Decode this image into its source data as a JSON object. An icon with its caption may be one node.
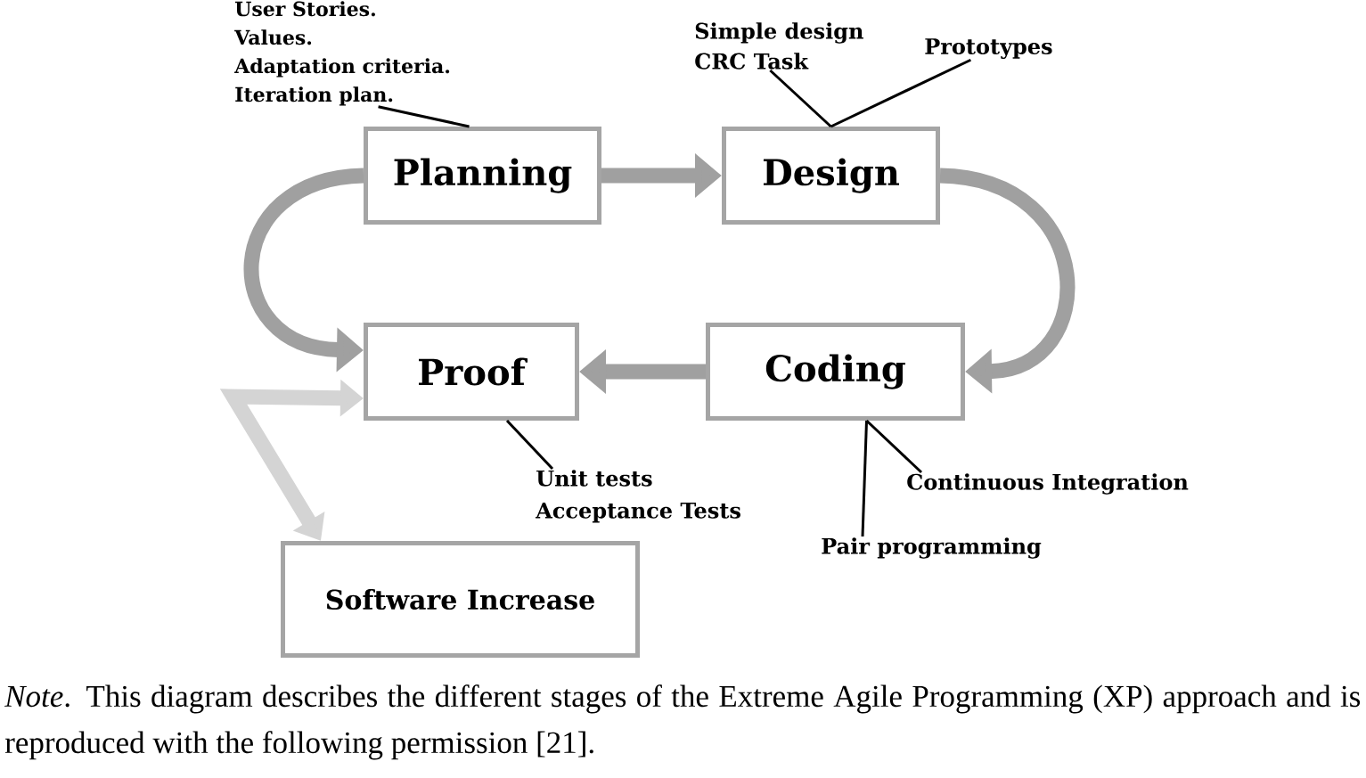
{
  "diagram": {
    "caption": "*Note*. This diagram describes the different stages of the Extreme Agile Programming (XP) approach and is reproduced with the following permission [21].",
    "nodes": [
      {
        "text": [
          "Planning"
        ]
      },
      {
        "text": [
          "Design"
        ]
      },
      {
        "text": [
          "Proof"
        ]
      },
      {
        "text": [
          "Coding"
        ]
      },
      {
        "text": [
          "Software Increase"
        ]
      },
      {
        "text": [
          "User Stories.",
          "Values.",
          "Adaptation criteria.",
          "Iteration plan."
        ]
      },
      {
        "text": [
          "Simple design",
          "CRC Task"
        ]
      },
      {
        "text": [
          "Prototypes"
        ]
      },
      {
        "text": [
          "Unit tests",
          "Acceptance Tests"
        ]
      },
      {
        "text": [
          "Continuous Integration"
        ]
      },
      {
        "text": [
          "Pair programming"
        ]
      }
    ],
    "edges": [
      {
        "from": 0,
        "to": 1,
        "arrow": "to",
        "style": "thick",
        "color": "#a0a0a0"
      },
      {
        "from": 1,
        "to": 3,
        "arrow": "to",
        "style": "thick",
        "color": "#a0a0a0"
      },
      {
        "from": 3,
        "to": 2,
        "arrow": "to",
        "style": "thick",
        "color": "#a0a0a0"
      },
      {
        "from": 0,
        "to": 2,
        "arrow": "to",
        "style": "thick",
        "color": "#a0a0a0"
      },
      {
        "from": 4,
        "to": 2,
        "arrow": "both",
        "style": "thick",
        "color": "#d4d4d4"
      },
      {
        "from": 5,
        "to": 0,
        "arrow": "none"
      },
      {
        "from": 6,
        "to": 1,
        "arrow": "none"
      },
      {
        "from": 7,
        "to": 1,
        "arrow": "none"
      },
      {
        "from": 8,
        "to": 2,
        "arrow": "none"
      },
      {
        "from": 9,
        "to": 3,
        "arrow": "none"
      },
      {
        "from": 10,
        "to": 3,
        "arrow": "none"
      }
    ]
  }
}
